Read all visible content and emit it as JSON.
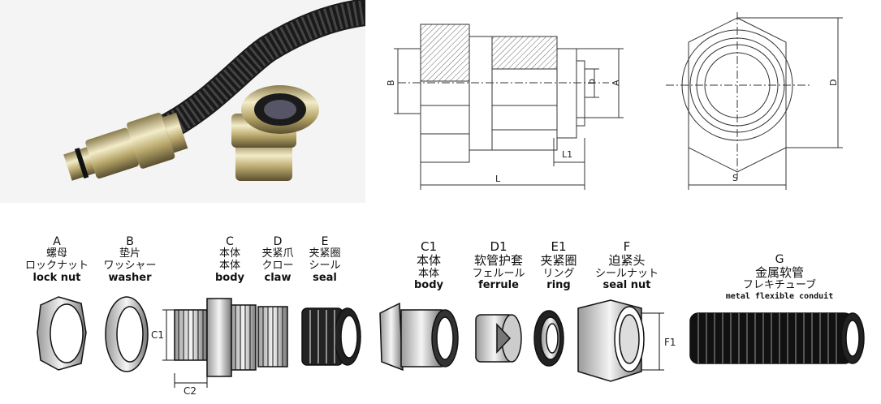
{
  "drawing": {
    "dim_labels": {
      "B": "B",
      "b": "b",
      "A": "A",
      "L1": "L1",
      "L": "L",
      "D": "D",
      "S": "S"
    }
  },
  "parts": [
    {
      "letter": "A",
      "cn": "螺母",
      "jp": "ロックナット",
      "en": "lock nut"
    },
    {
      "letter": "B",
      "cn": "垫片",
      "jp": "ワッシャー",
      "en": "washer"
    },
    {
      "letter": "C",
      "cn": "本体",
      "jp": "本体",
      "en": "body"
    },
    {
      "letter": "D",
      "cn": "夹紧爪",
      "jp": "クロー",
      "en": "claw"
    },
    {
      "letter": "E",
      "cn": "夹紧圈",
      "jp": "シール",
      "en": "seal"
    },
    {
      "letter": "C1",
      "cn": "本体",
      "jp": "本体",
      "en": "body"
    },
    {
      "letter": "D1",
      "cn": "软管护套",
      "jp": "フェルール",
      "en": "ferrule"
    },
    {
      "letter": "E1",
      "cn": "夹紧圈",
      "jp": "リング",
      "en": "ring"
    },
    {
      "letter": "F",
      "cn": "迫紧头",
      "jp": "シールナット",
      "en": "seal nut"
    },
    {
      "letter": "G",
      "cn": "金属软管",
      "jp": "フレキチューブ",
      "en": "metal flexible conduit"
    }
  ],
  "part_dims": {
    "C1": "C1",
    "C2": "C2",
    "F1": "F1"
  }
}
